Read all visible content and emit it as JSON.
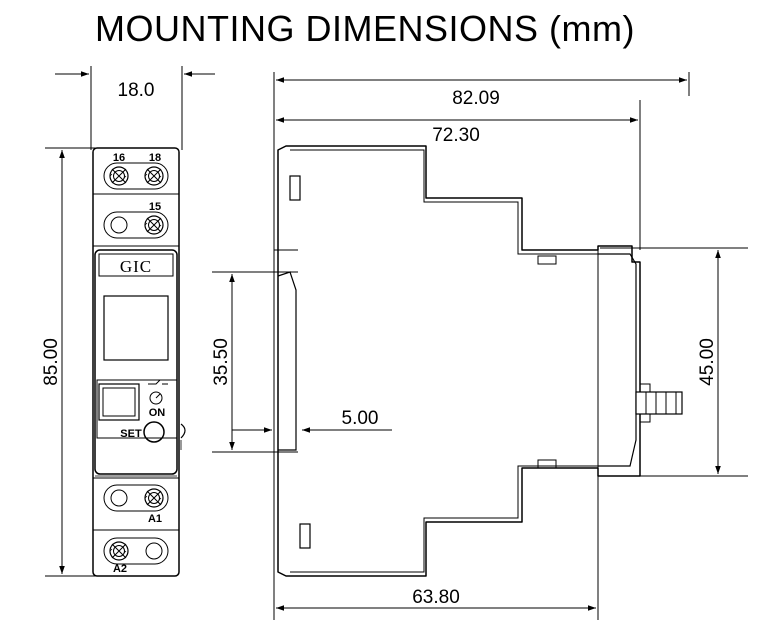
{
  "title": "MOUNTING DIMENSIONS (mm)",
  "dimensions": {
    "width": "18.0",
    "total_height": "85.00",
    "depth_total": "82.09",
    "depth_body": "72.30",
    "rail_width": "35.50",
    "rail_offset": "5.00",
    "front_height": "45.00",
    "rail_to_front": "63.80"
  },
  "front_view": {
    "brand": "GIC",
    "terminals": [
      "16",
      "18",
      "15",
      "A1",
      "A2"
    ],
    "on_label": "ON",
    "set_label": "SET"
  }
}
